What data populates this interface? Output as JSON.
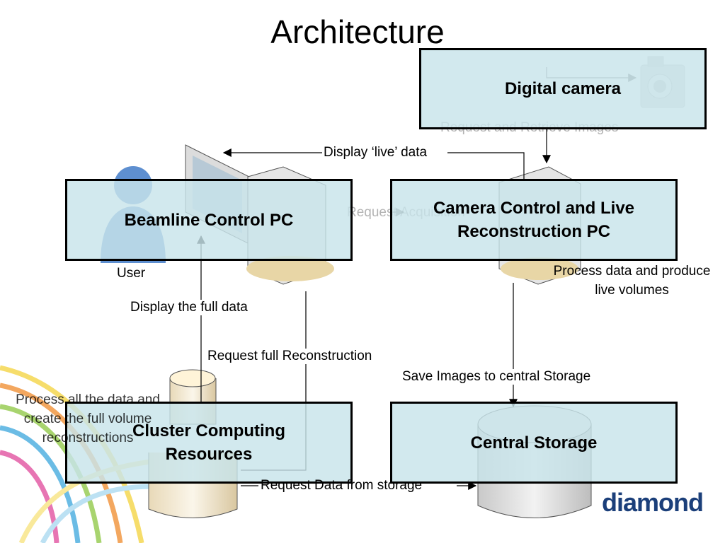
{
  "title": "Architecture",
  "nodes": {
    "digital_camera": "Digital camera",
    "camera_control": "Camera Control and Live Reconstruction PC",
    "beamline_control": "Beamline Control PC",
    "cluster": "Cluster Computing Resources",
    "central_storage": "Central Storage"
  },
  "labels": {
    "request_retrieve": "Request and Retrieve Images",
    "display_live": "Display ‘live’ data",
    "request_acquisition": "Request Acquisition",
    "user": "User",
    "process_live": "Process data and produce live volumes",
    "display_full": "Display the full data",
    "request_full": "Request full Reconstruction",
    "save_images": "Save Images to central Storage",
    "process_all": "Process all the data and create the full volume reconstructions",
    "request_data": "Request Data from storage"
  },
  "logo": "diamond",
  "colors": {
    "box_fill": "#c8e4ea",
    "logo": "#1b3f7a"
  }
}
